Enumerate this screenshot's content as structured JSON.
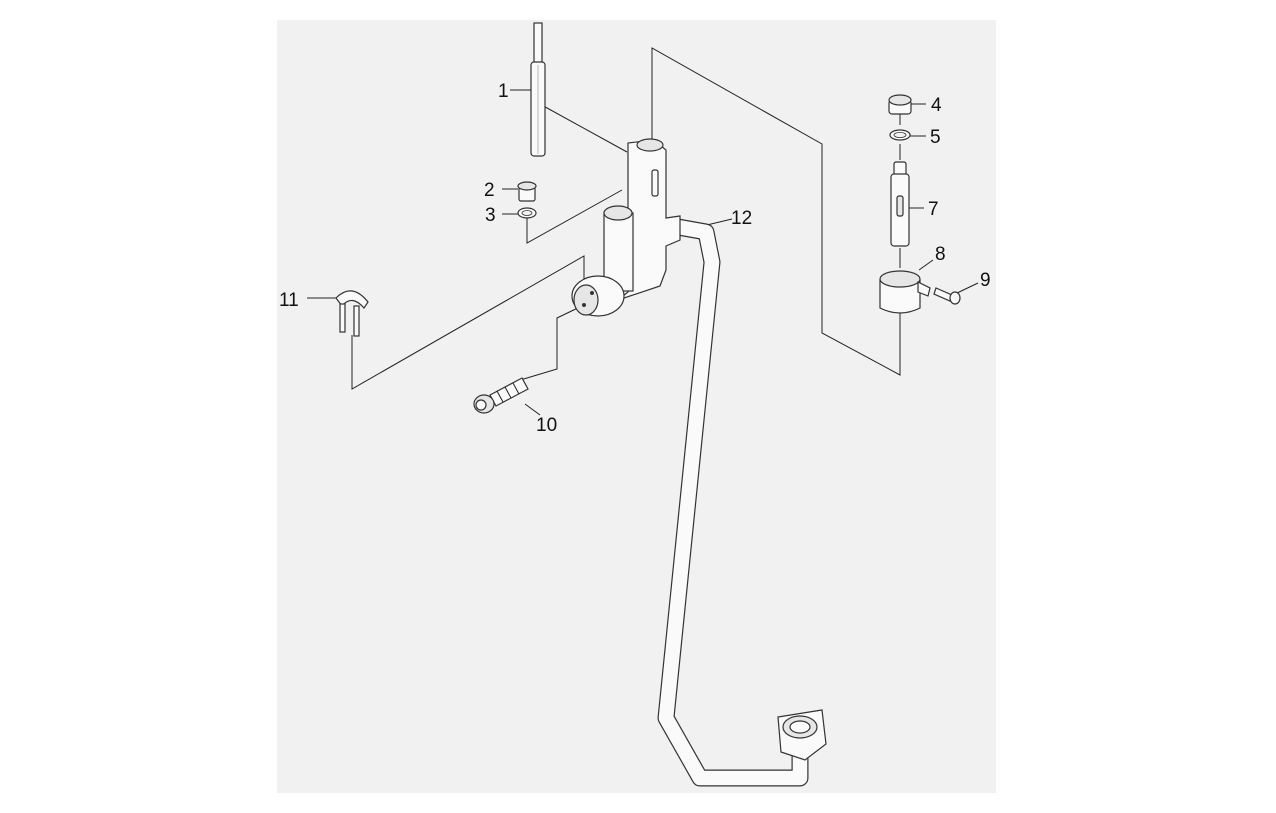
{
  "labels": {
    "p1": "1",
    "p2": "2",
    "p3": "3",
    "p4": "4",
    "p5": "5",
    "p7": "7",
    "p8": "8",
    "p9": "9",
    "p10": "10",
    "p11": "11",
    "p12": "12"
  },
  "colors": {
    "panel": "#f1f1f1",
    "stroke": "#333333",
    "part_fill": "#fafafa"
  }
}
